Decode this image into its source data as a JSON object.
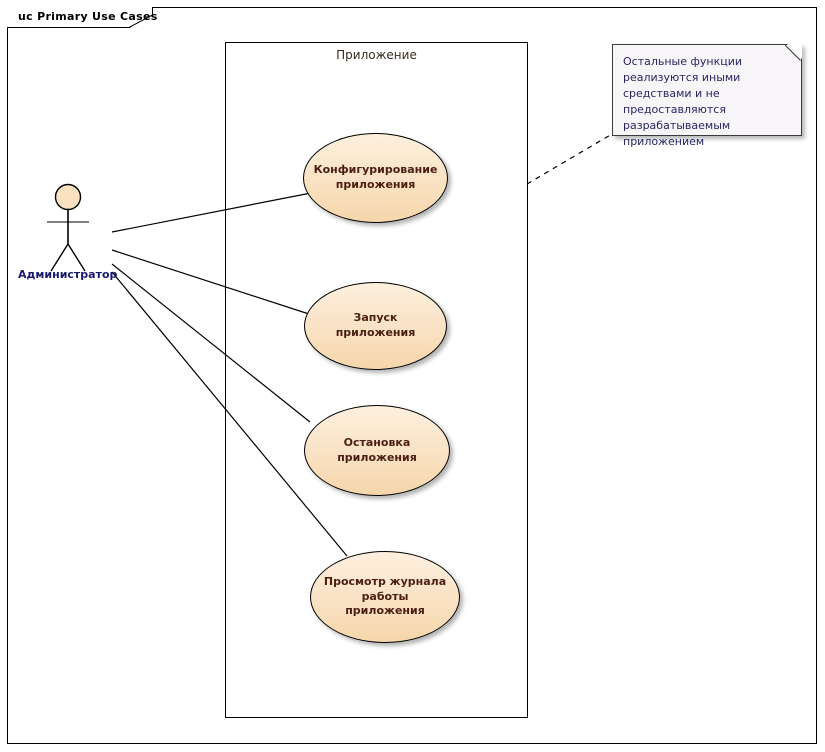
{
  "frame": {
    "label": "uc Primary Use Cases",
    "stereotype": "uc",
    "name": "Primary Use Cases"
  },
  "boundary": {
    "label": "Приложение"
  },
  "actor": {
    "name": "Администратор",
    "icon": "actor-stick-figure"
  },
  "use_cases": [
    {
      "id": "uc-configure",
      "label": "Конфигурирование\nприложения"
    },
    {
      "id": "uc-start",
      "label": "Запуск приложения"
    },
    {
      "id": "uc-stop",
      "label": "Остановка\nприложения"
    },
    {
      "id": "uc-viewlog",
      "label": "Просмотр журнала\nработы приложения"
    }
  ],
  "note": {
    "text": "Остальные функции реализуются иными средствами и не предоставляются разрабатываемым приложением",
    "anchor": "dashed-connector-to-boundary"
  },
  "associations": [
    {
      "from": "Администратор",
      "to": "Конфигурирование приложения"
    },
    {
      "from": "Администратор",
      "to": "Запуск приложения"
    },
    {
      "from": "Администратор",
      "to": "Остановка приложения"
    },
    {
      "from": "Администратор",
      "to": "Просмотр журнала работы приложения"
    }
  ],
  "colors": {
    "usecase_fill_top": "#fdf0de",
    "usecase_fill_bottom": "#f6d6ab",
    "usecase_text": "#4a1e12",
    "actor_head_fill": "#fae2c0",
    "actor_text": "#191970",
    "note_fill": "#f8f5f8",
    "note_text": "#262663",
    "boundary_text": "#3b2a20",
    "line": "#000000",
    "background": "#ffffff"
  }
}
